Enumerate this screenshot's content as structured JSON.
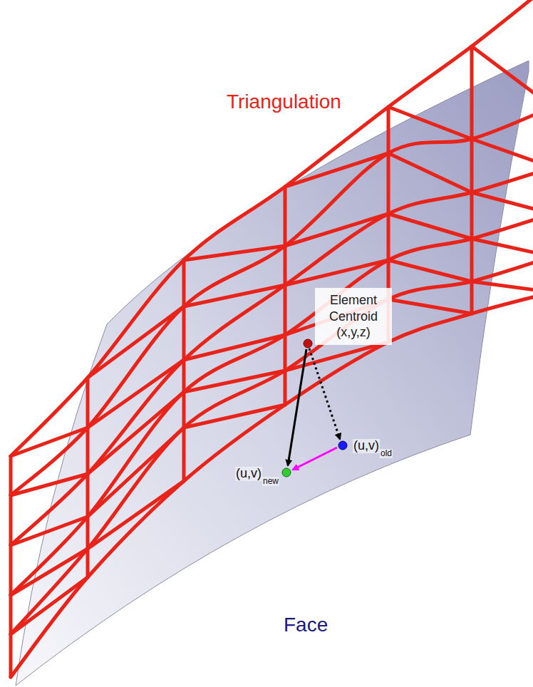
{
  "diagram": {
    "nodes": [
      {
        "text": [
          "Element Centroid",
          "(x,y,z)"
        ]
      }
    ],
    "labels": [
      "Triangulation",
      "(u,v)",
      "old",
      "(u,v)",
      "new",
      "Face"
    ]
  }
}
